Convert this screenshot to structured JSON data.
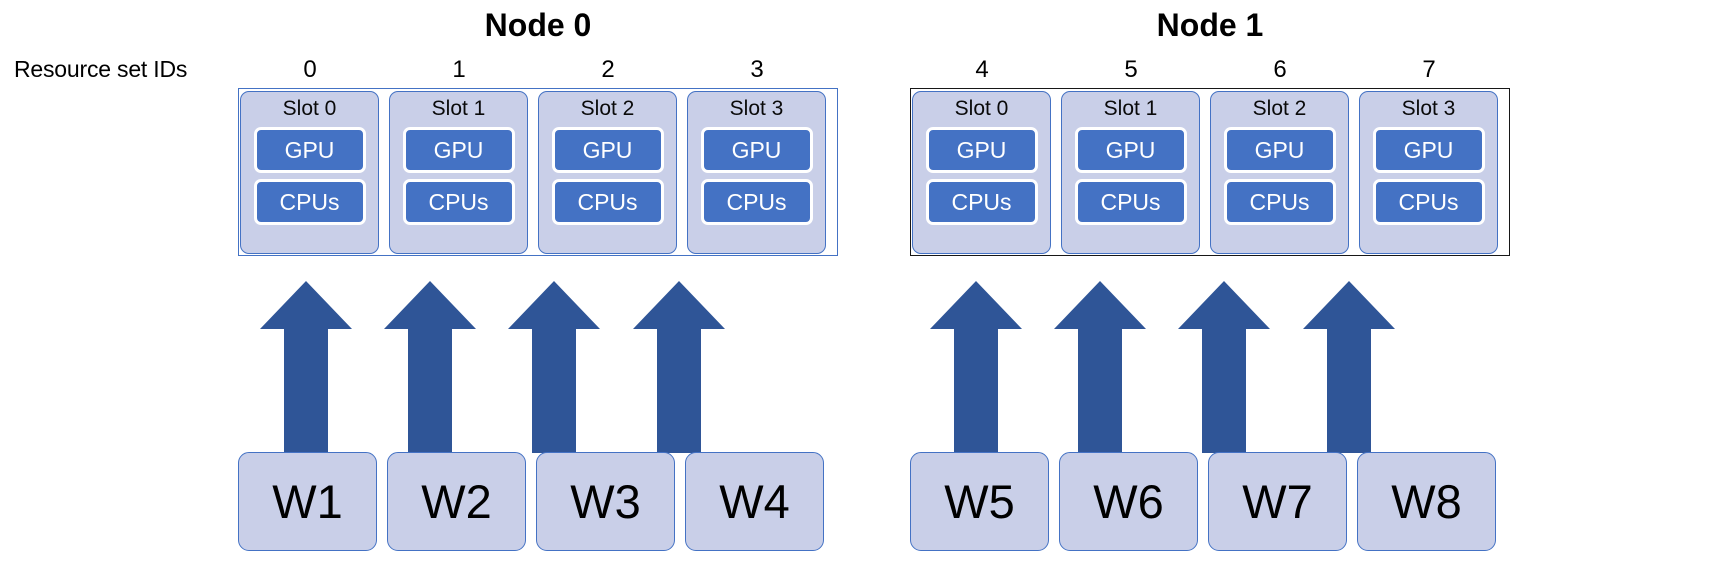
{
  "diagram": {
    "row_label": "Resource set IDs",
    "nodes": [
      {
        "title": "Node 0",
        "border_color": "#4472C4",
        "resource_set_ids": [
          "0",
          "1",
          "2",
          "3"
        ],
        "slots": [
          {
            "title": "Slot 0",
            "resources": [
              "GPU",
              "CPUs"
            ]
          },
          {
            "title": "Slot 1",
            "resources": [
              "GPU",
              "CPUs"
            ]
          },
          {
            "title": "Slot 2",
            "resources": [
              "GPU",
              "CPUs"
            ]
          },
          {
            "title": "Slot 3",
            "resources": [
              "GPU",
              "CPUs"
            ]
          }
        ],
        "workers": [
          "W1",
          "W2",
          "W3",
          "W4"
        ]
      },
      {
        "title": "Node 1",
        "border_color": "#171717",
        "resource_set_ids": [
          "4",
          "5",
          "6",
          "7"
        ],
        "slots": [
          {
            "title": "Slot 0",
            "resources": [
              "GPU",
              "CPUs"
            ]
          },
          {
            "title": "Slot 1",
            "resources": [
              "GPU",
              "CPUs"
            ]
          },
          {
            "title": "Slot 2",
            "resources": [
              "GPU",
              "CPUs"
            ]
          },
          {
            "title": "Slot 3",
            "resources": [
              "GPU",
              "CPUs"
            ]
          }
        ],
        "workers": [
          "W5",
          "W6",
          "W7",
          "W8"
        ]
      }
    ],
    "arrow_count": 8,
    "colors": {
      "slot_fill": "#C9CFE8",
      "slot_border": "#4472C4",
      "resource_fill": "#4472C4",
      "resource_text": "#FFFFFF",
      "arrow_fill": "#2F5597",
      "worker_fill": "#C9CFE8",
      "worker_border": "#4472C4",
      "background": "#FFFFFF",
      "text": "#000000"
    }
  }
}
